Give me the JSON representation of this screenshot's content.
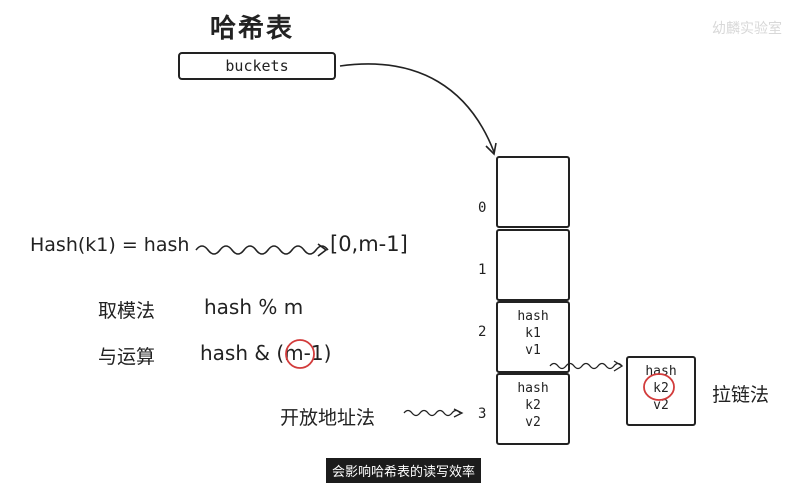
{
  "title": "哈希表",
  "buckets_label": "buckets",
  "bucket_indices": [
    "0",
    "1",
    "2",
    "3"
  ],
  "bucket2": {
    "line1": "hash",
    "line2": "k1",
    "line3": "v1"
  },
  "bucket3": {
    "line1": "hash",
    "line2": "k2",
    "line3": "v2"
  },
  "chain_node": {
    "line1": "hash",
    "line2": "k2",
    "line3": "v2"
  },
  "formula": "Hash(k1) = hash",
  "range": "[0,m-1]",
  "method_mod": {
    "label": "取模法",
    "expr": "hash % m"
  },
  "method_and": {
    "label": "与运算",
    "expr_prefix": "hash & ",
    "expr_m": "m",
    "expr_suffix": "-1)",
    "expr_paren": "("
  },
  "open_addressing": "开放地址法",
  "chaining": "拉链法",
  "caption": "会影响哈希表的读写效率",
  "watermark": "幼麟实验室"
}
